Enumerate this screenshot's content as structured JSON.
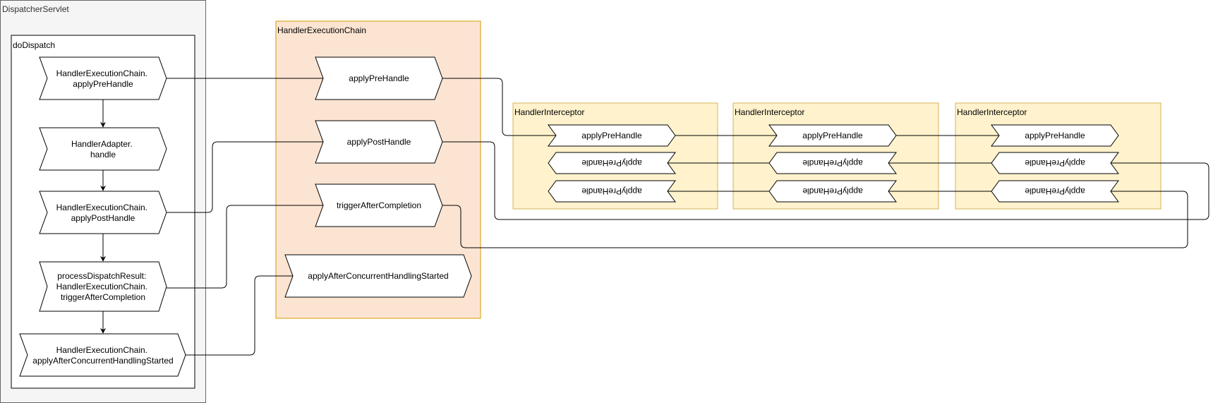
{
  "containers": {
    "dispatcher_servlet": "DispatcherServlet",
    "do_dispatch": "doDispatch",
    "handler_execution_chain": "HandlerExecutionChain",
    "interceptors": [
      "HandlerInterceptor",
      "HandlerInterceptor",
      "HandlerInterceptor"
    ]
  },
  "dispatch_steps": [
    [
      "HandlerExecutionChain.",
      "applyPreHandle"
    ],
    [
      "HandlerAdapter.",
      "handle"
    ],
    [
      "HandlerExecutionChain.",
      "applyPostHandle"
    ],
    [
      "processDispatchResult:",
      "HandlerExecutionChain.",
      "triggerAfterCompletion"
    ],
    [
      "HandlerExecutionChain.",
      "applyAfterConcurrentHandlingStarted"
    ]
  ],
  "chain_steps": [
    "applyPreHandle",
    "applyPostHandle",
    "triggerAfterCompletion",
    "applyAfterConcurrentHandlingStarted"
  ],
  "interceptor_forward": "applyPreHandle",
  "interceptor_reverse": [
    "applyPreHandle",
    "applyPreHandle"
  ],
  "colors": {
    "servlet_fill": "#f5f5f5",
    "servlet_stroke": "#666666",
    "chain_fill": "#fce4d2",
    "chain_stroke": "#d79b00",
    "interceptor_fill": "#fff2cc",
    "interceptor_stroke": "#d6b656"
  }
}
